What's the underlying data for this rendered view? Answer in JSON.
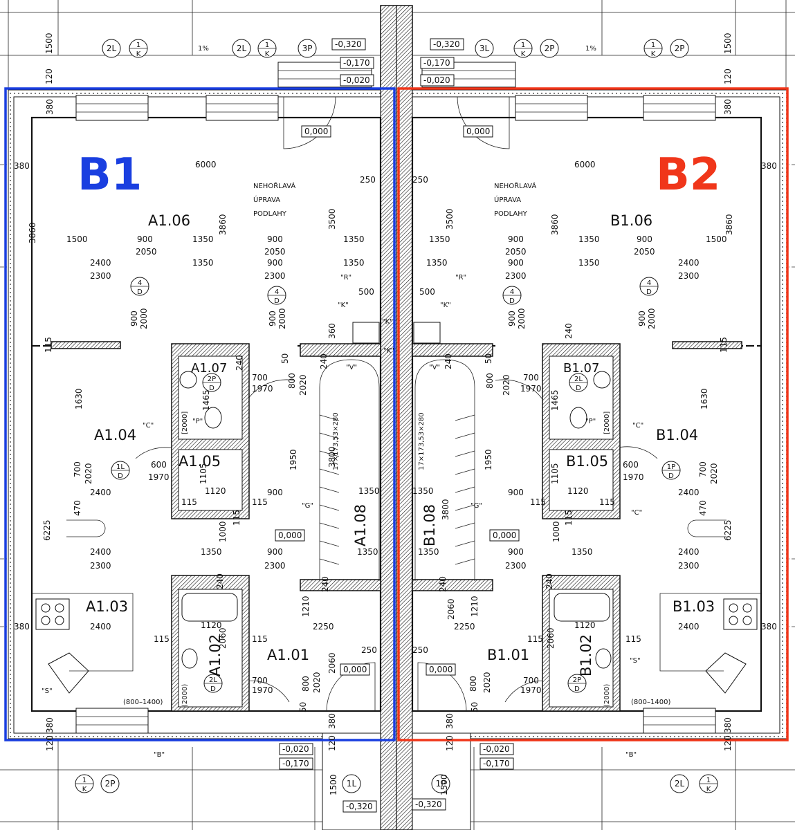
{
  "colors": {
    "b1": "#1a3fe0",
    "b2": "#f0361a"
  },
  "units": {
    "b1": {
      "label": "B1"
    },
    "b2": {
      "label": "B2"
    }
  },
  "rooms": {
    "a106": "A1.06",
    "a107": "A1.07",
    "a104": "A1.04",
    "a105": "A1.05",
    "a108": "A1.08",
    "a103": "A1.03",
    "a102": "A1.02",
    "a101": "A1.01",
    "b106": "B1.06",
    "b107": "B1.07",
    "b104": "B1.04",
    "b105": "B1.05",
    "b108": "B1.08",
    "b103": "B1.03",
    "b102": "B1.02",
    "b101": "B1.01"
  },
  "notes": {
    "nehorlava1": "NEHOŘLAVÁ",
    "uprava1": "ÚPRAVA",
    "podlahy1": "PODLAHY",
    "nehorlava2": "NEHOŘLAVÁ",
    "uprava2": "ÚPRAVA",
    "podlahy2": "PODLAHY",
    "slope_l": "1%",
    "slope_r": "1%",
    "stair_l": "17×173,53×280",
    "stair_r": "17×173,53×280",
    "q_R_l": "\"R\"",
    "q_K_l": "\"K\"",
    "q_K2_l": "\"K\"",
    "q_K3_l": "\"K\"",
    "q_V_l": "\"V\"",
    "q_P_l": "\"P\"",
    "q_C_l": "\"C\"",
    "q_G_l": "\"G\"",
    "q_S_l": "\"S\"",
    "q_B_l": "\"B\"",
    "q_R_r": "\"R\"",
    "q_K_r": "\"K\"",
    "q_V_r": "\"V\"",
    "q_P_r": "\"P\"",
    "q_C_r": "\"C\"",
    "q_C2_r": "\"C\"",
    "q_G_r": "\"G\"",
    "q_S_r": "\"S\"",
    "q_B_r": "\"B\"",
    "r800_1400_l": "(800–1400)",
    "r800_1400_r": "(800–1400)",
    "p2000_a": "[2000]",
    "p2000_b": "[2000]",
    "p2000_c": "(2000)",
    "p2000_d": "(2000)"
  },
  "levels": {
    "m0320_tl": "-0,320",
    "m0170_tl": "-0,170",
    "m0020_tl": "-0,020",
    "m0320_tr": "-0,320",
    "m0170_tr": "-0,170",
    "m0020_tr": "-0,020",
    "z_l_top": "0,000",
    "z_r_top": "0,000",
    "z_l_mid": "0,000",
    "z_r_mid": "0,000",
    "z_l_bot": "0,000",
    "z_r_bot": "0,000",
    "m0020_bl": "-0,020",
    "m0170_bl": "-0,170",
    "m0020_br": "-0,020",
    "m0170_br": "-0,170",
    "m0320_bl": "-0,320",
    "m0320_br": "-0,320"
  },
  "callouts": {
    "c2L_tl": "2L",
    "c1K_tl_t": "1",
    "c1K_tl_b": "K",
    "c2L_tl2": "2L",
    "c1K_tl2_t": "1",
    "c1K_tl2_b": "K",
    "c3P": "3P",
    "c3L": "3L",
    "c1K_tr_t": "1",
    "c1K_tr_b": "K",
    "c2P_tr": "2P",
    "c1K_tr2_t": "1",
    "c1K_tr2_b": "K",
    "c2P_tr2": "2P",
    "c4D_1_t": "4",
    "c4D_1_b": "D",
    "c4D_2_t": "4",
    "c4D_2_b": "D",
    "c4D_3_t": "4",
    "c4D_3_b": "D",
    "c4D_4_t": "4",
    "c4D_4_b": "D",
    "c1LD_t": "1L",
    "c1LD_b": "D",
    "c1PD_t": "1P",
    "c1PD_b": "D",
    "c2PD_t": "2P",
    "c2PD_b": "D",
    "c2LD_t": "2L",
    "c2LD_b": "D",
    "c2LD2_t": "2L",
    "c2LD2_b": "D",
    "c2PD2_t": "2P",
    "c2PD2_b": "D",
    "c1K_bl_t": "1",
    "c1K_bl_b": "K",
    "c2P_bl": "2P",
    "c1L_b": "1L",
    "c1P_b": "1P",
    "c2L_br": "2L",
    "c1K_br_t": "1",
    "c1K_br_b": "K"
  },
  "dims": {
    "d1500_tl": "1500",
    "d120_tl": "120",
    "d380_tl": "380",
    "d380_l": "380",
    "d6000_l": "6000",
    "d250_l": "250",
    "d3860_l": "3860",
    "d3860_l2": "3860",
    "d3500_l": "3500",
    "d1500_l": "1500",
    "d900_l1": "900",
    "d2050_l1": "2050",
    "d1350_l1": "1350",
    "d900_l2": "900",
    "d2050_l2": "2050",
    "d1350_l2": "1350",
    "d2400_l1": "2400",
    "d2300_l1": "2300",
    "d1350_l3": "1350",
    "d900_l3": "900",
    "d2300_l2": "2300",
    "d1350_l4": "1350",
    "d900_l4": "900",
    "d2000_l1": "2000",
    "d900_l5": "900",
    "d2000_l2": "2000",
    "d360_l": "360",
    "d500_l": "500",
    "d115_l1": "115",
    "d240_l1": "240",
    "d50_l1": "50",
    "d700_l1": "700",
    "d1970_l1": "1970",
    "d800_l1": "800",
    "d2020_l1": "2020",
    "d1465_l": "1465",
    "d1630_l": "1630",
    "d240_l2": "240",
    "d600_l": "600",
    "d1970_l2": "1970",
    "d700_l2": "700",
    "d2020_l2": "2020",
    "d2400_l2": "2400",
    "d1120_l1": "1120",
    "d1105_l": "1105",
    "d115_l2": "115",
    "d115_l3": "115",
    "d900_l6": "900",
    "d1950_l": "1950",
    "d3800_l": "3800",
    "d1350_l5": "1350",
    "d470_l": "470",
    "d6225_l": "6225",
    "d1000_l": "1000",
    "d115_l4": "115",
    "d2400_l3": "2400",
    "d2300_l3": "2300",
    "d1350_l6": "1350",
    "d900_l7": "900",
    "d2300_l4": "2300",
    "d1350_l7": "1350",
    "d240_l3": "240",
    "d240_l4": "240",
    "d1210_l": "1210",
    "d2250_l": "2250",
    "d2060_l1": "2060",
    "d2060_l2": "2060",
    "d250_l2": "250",
    "d380_l3": "380",
    "d2400_l4": "2400",
    "d115_l5": "115",
    "d1120_l2": "1120",
    "d115_l6": "115",
    "d700_l3": "700",
    "d1970_l3": "1970",
    "d800_l2": "800",
    "d2020_l3": "2020",
    "d50_l2": "50",
    "d380_bl": "380",
    "d120_bl": "120",
    "d1500_bl": "1500",
    "d380_bl2": "380",
    "d120_bl2": "120",
    "d1500_tr": "1500",
    "d120_tr": "120",
    "d380_tr": "380",
    "d380_r": "380",
    "d6000_r": "6000",
    "d250_r": "250",
    "d3500_r": "3500",
    "d3860_r": "3860",
    "d3860_r2": "3860",
    "d1350_r1": "1350",
    "d900_r1": "900",
    "d2050_r1": "2050",
    "d1350_r2": "1350",
    "d900_r2": "900",
    "d2050_r2": "2050",
    "d1500_r": "1500",
    "d1350_r3": "1350",
    "d900_r3": "900",
    "d1350_r4": "1350",
    "d2400_r1": "2400",
    "d2300_r1": "2300",
    "d2300_r2": "2300",
    "d500_r": "500",
    "d900_r4": "900",
    "d2000_r1": "2000",
    "d900_r5": "900",
    "d2000_r2": "2000",
    "d240_r1": "240",
    "d115_r1": "115",
    "d50_r1": "50",
    "d240_r2": "240",
    "d800_r1": "800",
    "d2020_r1": "2020",
    "d700_r1": "700",
    "d1970_r1": "1970",
    "d1465_r": "1465",
    "d1630_r": "1630",
    "d600_r": "600",
    "d1970_r2": "1970",
    "d700_r2": "700",
    "d2020_r2": "2020",
    "d2400_r2": "2400",
    "d1120_r1": "1120",
    "d1105_r": "1105",
    "d115_r2": "115",
    "d115_r3": "115",
    "d900_r6": "900",
    "d1950_r": "1950",
    "d3800_r": "3800",
    "d1350_r5": "1350",
    "d470_r": "470",
    "d6225_r": "6225",
    "d1000_r": "1000",
    "d115_r4": "115",
    "d2400_r3": "2400",
    "d2300_r3": "2300",
    "d1350_r6": "1350",
    "d900_r7": "900",
    "d2300_r4": "2300",
    "d1350_r7": "1350",
    "d240_r3": "240",
    "d240_r4": "240",
    "d2060_r1": "2060",
    "d1210_r": "1210",
    "d2250_r": "2250",
    "d2060_r2": "2060",
    "d250_r2": "250",
    "d380_r3": "380",
    "d2400_r4": "2400",
    "d115_r5": "115",
    "d1120_r2": "1120",
    "d115_r6": "115",
    "d700_r3": "700",
    "d1970_r3": "1970",
    "d800_r2": "800",
    "d2020_r3": "2020",
    "d50_r2": "50",
    "d380_br": "380",
    "d120_br": "120",
    "d1500_br": "1500",
    "d380_br2": "380",
    "d120_br2": "120"
  }
}
